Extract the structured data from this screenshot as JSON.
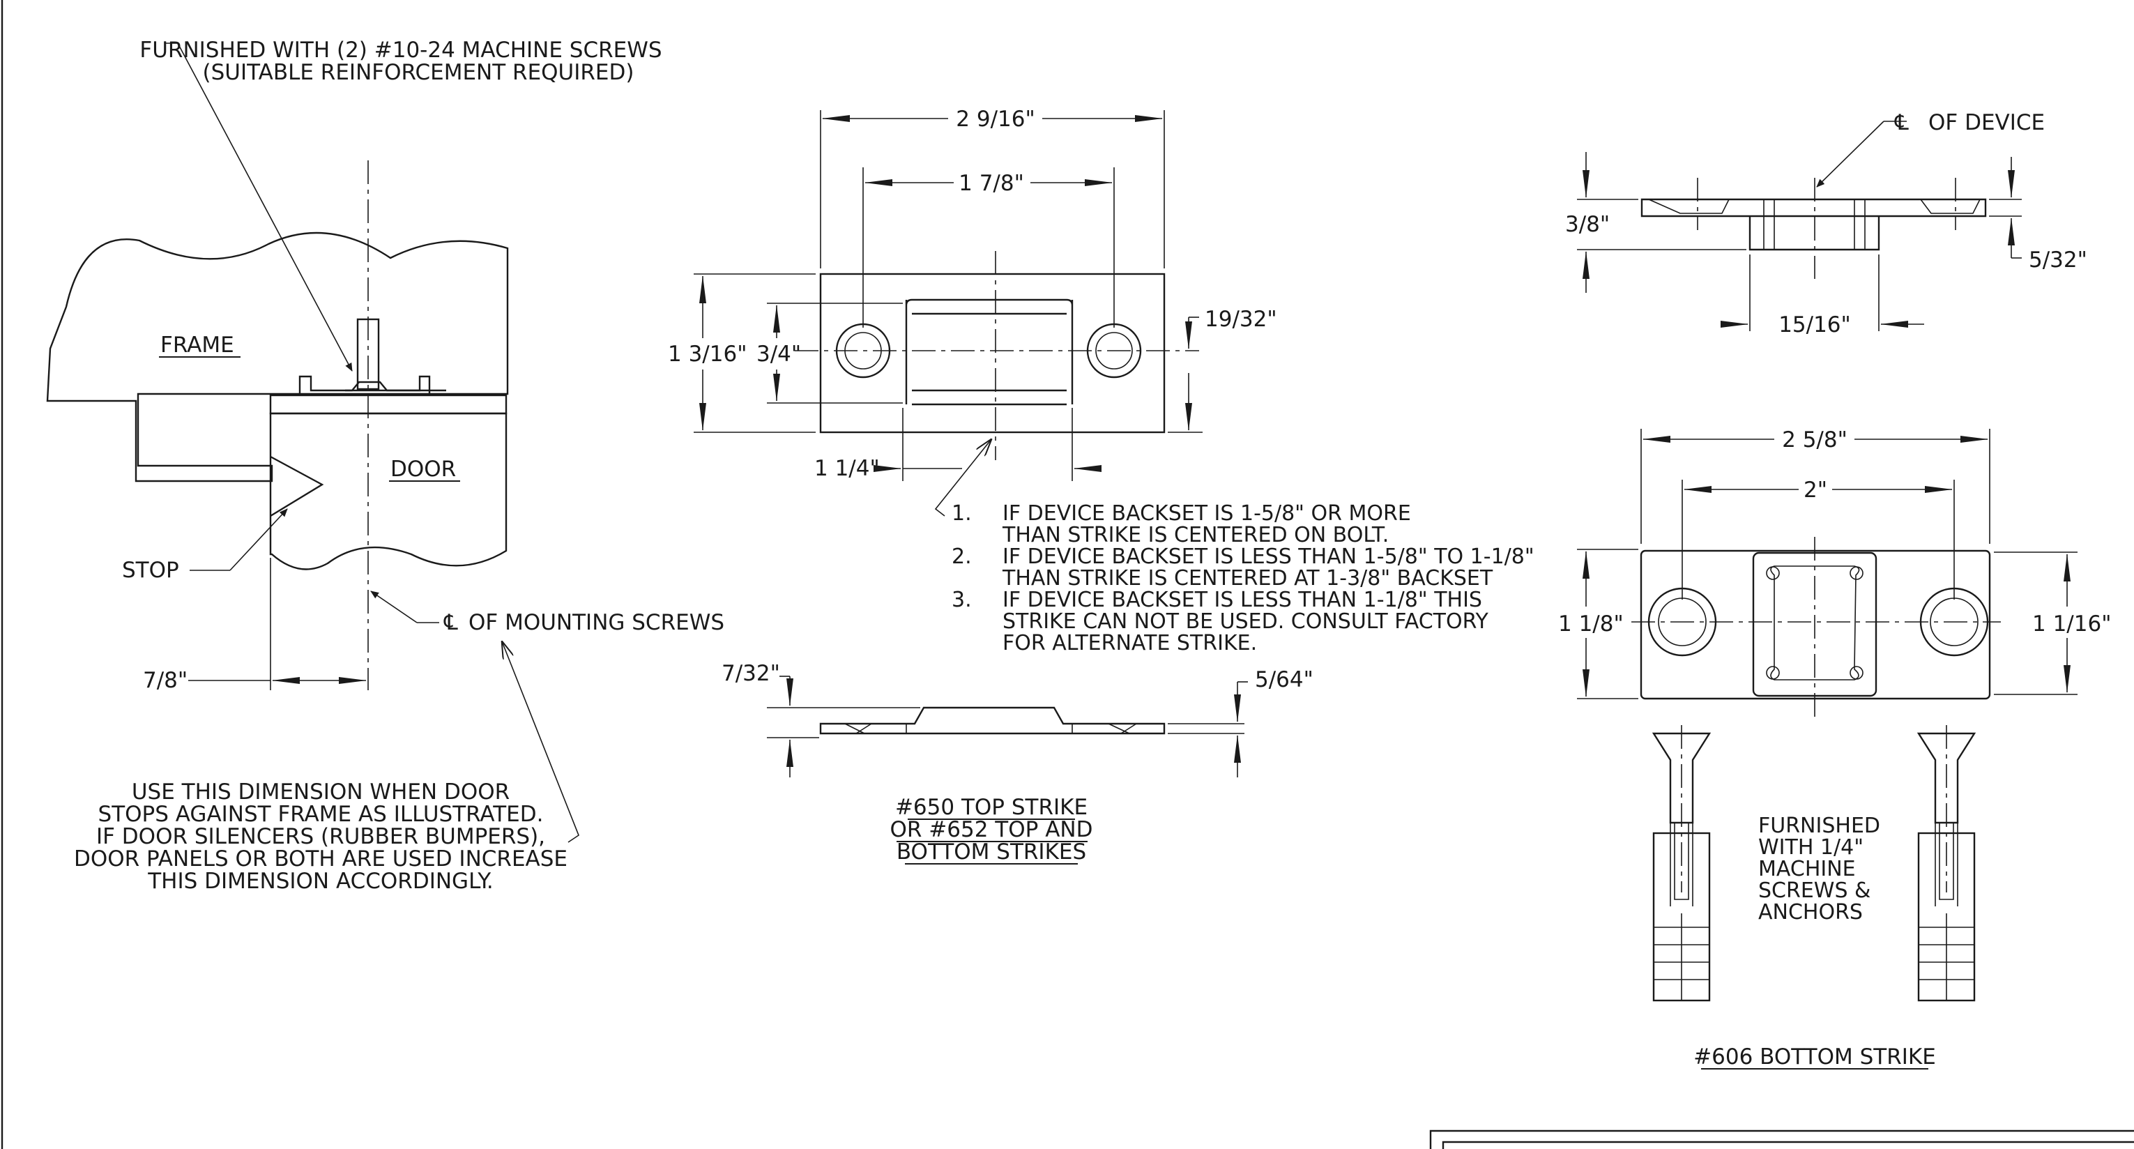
{
  "detail_left": {
    "screws_note": [
      "FURNISHED WITH (2) #10-24 MACHINE SCREWS",
      "(SUITABLE REINFORCEMENT REQUIRED)"
    ],
    "frame_label": "FRAME",
    "door_label": "DOOR",
    "stop_label": "STOP",
    "centerline_label": "OF MOUNTING SCREWS",
    "dim_7_8": "7/8\"",
    "dimension_note": [
      "USE THIS DIMENSION WHEN DOOR",
      "STOPS AGAINST FRAME AS ILLUSTRATED.",
      "IF DOOR SILENCERS (RUBBER BUMPERS),",
      "DOOR PANELS OR BOTH ARE USED INCREASE",
      "THIS DIMENSION ACCORDINGLY."
    ]
  },
  "strike_650": {
    "dim_overall_width": "2 9/16\"",
    "dim_hole_spacing": "1 7/8\"",
    "dim_height": "1 3/16\"",
    "dim_slot_height": "3/4\"",
    "dim_19_32": "19/32\"",
    "dim_1_1_4": "1 1/4\"",
    "notes": [
      {
        "num": "1.",
        "lines": [
          "IF DEVICE BACKSET IS 1-5/8\" OR MORE",
          "THAN STRIKE IS CENTERED ON BOLT."
        ]
      },
      {
        "num": "2.",
        "lines": [
          "IF DEVICE BACKSET IS LESS THAN 1-5/8\" TO 1-1/8\"",
          "THAN STRIKE IS CENTERED AT 1-3/8\" BACKSET"
        ]
      },
      {
        "num": "3.",
        "lines": [
          "IF DEVICE BACKSET IS LESS THAN 1-1/8\" THIS",
          "STRIKE CAN NOT BE USED. CONSULT FACTORY",
          "FOR ALTERNATE STRIKE."
        ]
      }
    ],
    "dim_7_32": "7/32\"",
    "dim_5_64": "5/64\"",
    "caption": [
      "#650 TOP STRIKE",
      "OR #652 TOP AND",
      "BOTTOM STRIKES"
    ]
  },
  "strike_606": {
    "centerline_label": "OF DEVICE",
    "dim_3_8": "3/8\"",
    "dim_5_32": "5/32\"",
    "dim_15_16": "15/16\"",
    "dim_overall_width": "2 5/8\"",
    "dim_hole_spacing": "2\"",
    "dim_height_left": "1 1/8\"",
    "dim_height_right": "1 1/16\"",
    "furnished_note": [
      "FURNISHED",
      "WITH 1/4\"",
      "MACHINE",
      "SCREWS &",
      "ANCHORS"
    ],
    "caption": "#606 BOTTOM STRIKE"
  },
  "centerline_symbol": "℄"
}
